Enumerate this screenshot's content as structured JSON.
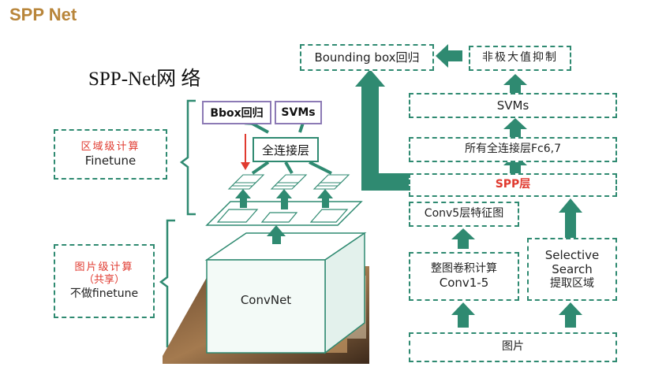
{
  "slide": {
    "title": "SPP Net",
    "diagram_title": "SPP-Net网 络"
  },
  "left_labels": {
    "region": {
      "line1": "区域级计算",
      "line2": "Finetune"
    },
    "image": {
      "line1": "图片级计算",
      "line2": "（共享）",
      "line3": "不做finetune"
    }
  },
  "network": {
    "bbox_label": "Bbox回归",
    "svms_label": "SVMs",
    "fc_label": "全连接层",
    "convnet_label": "ConvNet"
  },
  "pipeline": {
    "bbox_regression": "Bounding box回归",
    "nms": "非极大值抑制",
    "svms": "SVMs",
    "fc67": "所有全连接层Fc6,7",
    "spp": "SPP层",
    "conv5": "Conv5层特征图",
    "conv_line1": "整图卷积计算",
    "conv_line2": "Conv1-5",
    "ss_line1": "Selective",
    "ss_line2": "Search",
    "ss_line3": "提取区域",
    "image": "图片"
  },
  "colors": {
    "accent_green": "#2f8a71",
    "title_gold": "#b8853a",
    "highlight_red": "#e03a2f",
    "head_box_purple": "#8c7ab5"
  }
}
